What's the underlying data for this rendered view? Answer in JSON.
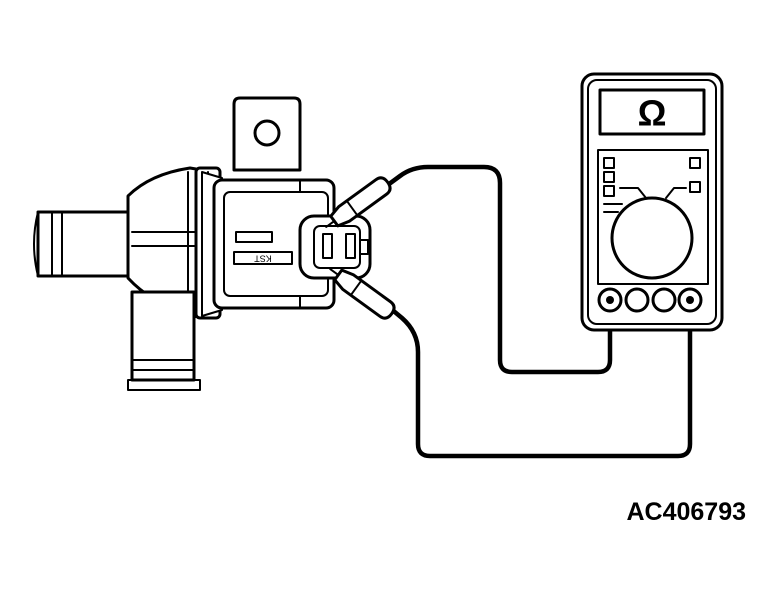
{
  "figure_code": "AC406793",
  "meter": {
    "display_symbol": "Ω"
  },
  "valve": {
    "embossed_text": "KST"
  }
}
